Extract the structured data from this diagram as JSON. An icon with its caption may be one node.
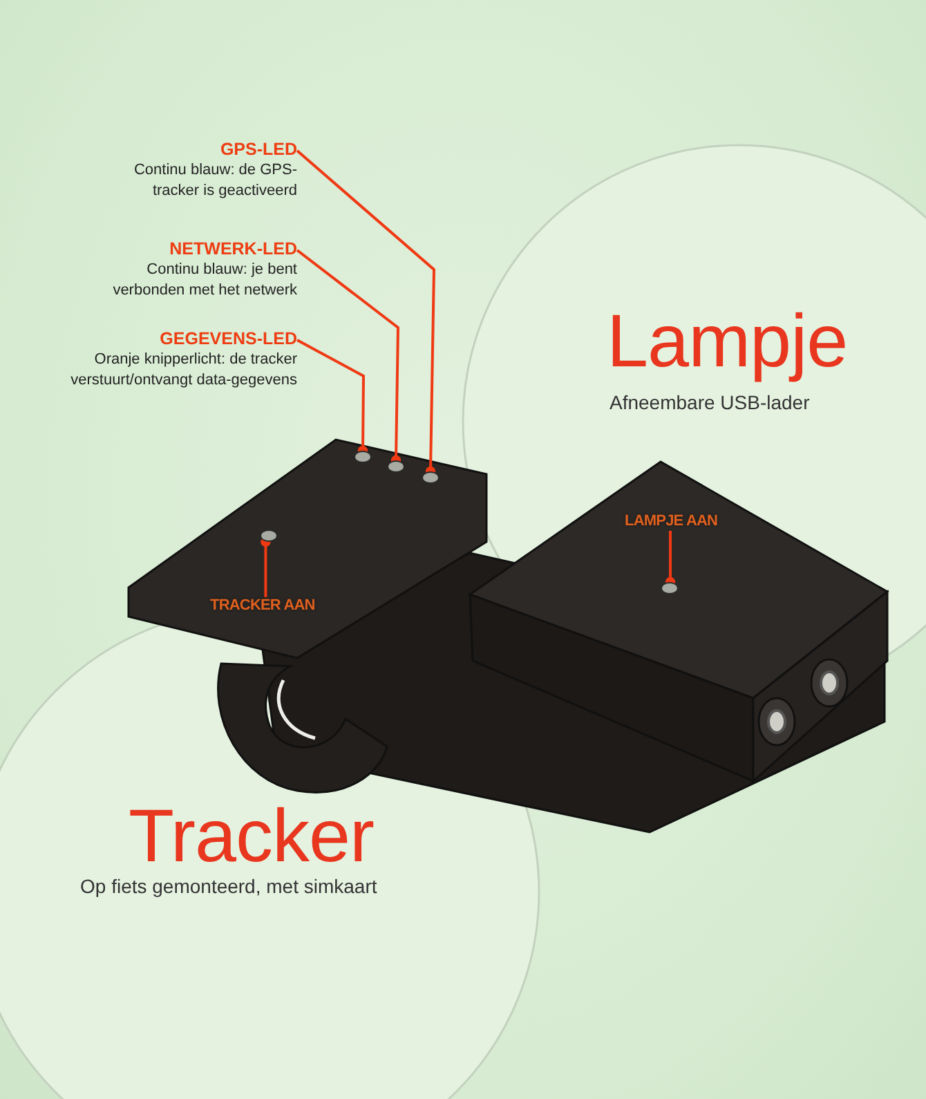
{
  "diagram": {
    "nodes": [
      {
        "text": [
          "GPS-LED",
          "Continu blauw: de GPS-tracker is geactiveerd"
        ]
      },
      {
        "text": [
          "NETWERK-LED",
          "Continu blauw: je bent verbonden met het netwerk"
        ]
      },
      {
        "text": [
          "GEGEVENS-LED",
          "Oranje knipperlicht: de tracker verstuurt/ontvangt data-gegevens"
        ]
      },
      {
        "text": [
          "Lampje",
          "Afneembare USB-lader"
        ]
      },
      {
        "text": [],
        "shape": "circle"
      },
      {
        "text": [],
        "shape": "circle"
      },
      {
        "text": [],
        "shape": "circle"
      },
      {
        "text": [
          "LAMPJE AAN"
        ]
      },
      {
        "text": [],
        "shape": "circle"
      },
      {
        "text": [],
        "shape": "circle"
      },
      {
        "text": [
          "TRACKER AAN"
        ]
      },
      {
        "text": [
          "Tracker",
          "Op fiets gemonteerd, met simkaart"
        ]
      }
    ],
    "edges": [
      {
        "from": 0,
        "to": 6,
        "arrow": "other"
      },
      {
        "from": 1,
        "to": 5,
        "arrow": "other"
      },
      {
        "from": 2,
        "to": 4,
        "arrow": "other"
      },
      {
        "from": 7,
        "to": 8,
        "arrow": "other"
      },
      {
        "from": 10,
        "to": 9,
        "arrow": "other"
      }
    ]
  }
}
